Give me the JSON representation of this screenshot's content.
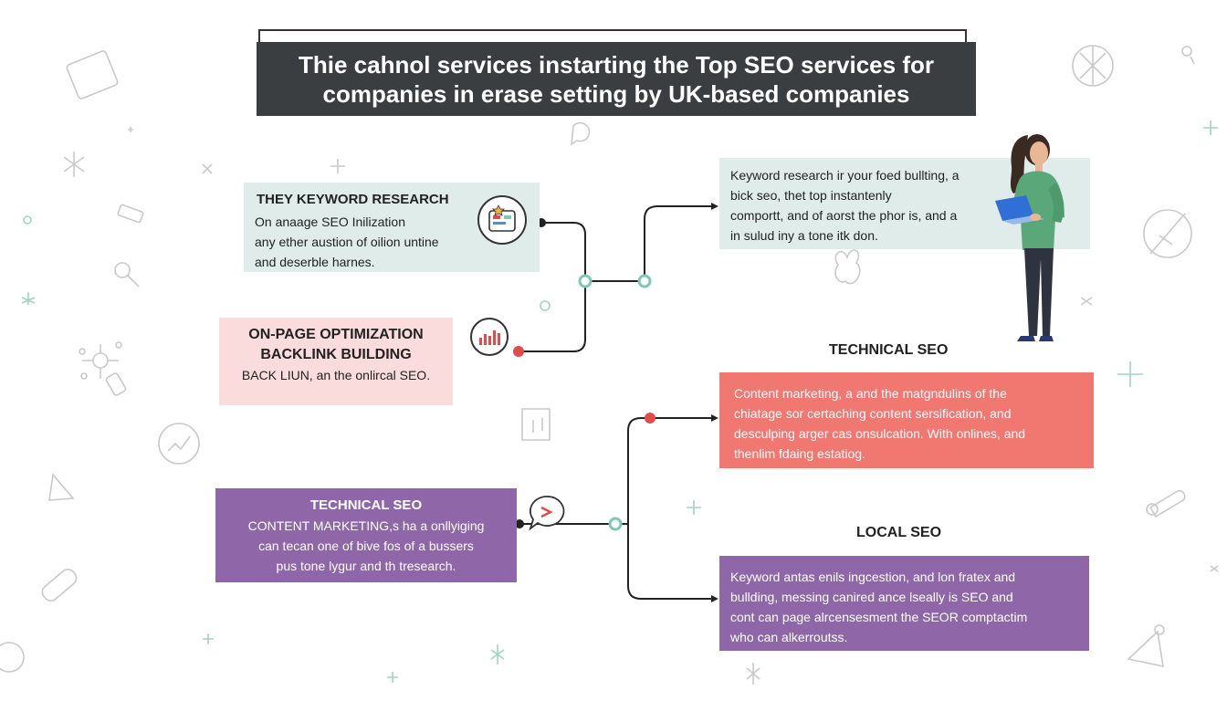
{
  "title": {
    "line1": "Thie cahnol services instarting the Top SEO services for",
    "line2": "companies in erase setting by UK-based companies"
  },
  "keyword_box": {
    "heading": "THEY KEYWORD RESEARCH",
    "lines": [
      "On anaage SEO Inilization",
      "any ether austion of oilion untine",
      "and deserble harnes."
    ]
  },
  "onpage_box": {
    "heading": "ON-PAGE OPTIMIZATION",
    "subheading": "BACKLINK BUILDING",
    "line": "BACK LIUN, an the onlircal SEO."
  },
  "technical_box": {
    "heading": "TECHNICAL SEO",
    "lines": [
      "CONTENT MARKETING,s ha a onllyiging",
      "can tecan one of bive fos of a bussers",
      "pus tone lygur and th tresearch."
    ]
  },
  "keyword_right_box": {
    "lines": [
      "Keyword research ir your foed bullting, a",
      "bick seo, thet top instantenly",
      "comportt, and of aorst the phor is, and a",
      "in sulud iny a tone itk don."
    ]
  },
  "technical_label": "TECHNICAL SEO",
  "content_box": {
    "lines": [
      "Content marketing, a and the matgndulins of the",
      "chiatage sor certaching content sersification, and",
      "desculping arger cas onsulcation. With onlines, and",
      "thenlim fdaing estatiog."
    ]
  },
  "local_label": "LOCAL SEO",
  "local_box": {
    "lines": [
      "Keyword antas enils ingcestion, and lon fratex and",
      "bullding, messing canired ance lseally is SEO and",
      "cont can page alrcensesment the SEOR comptactim",
      "who can alkerroutss."
    ]
  },
  "icons": {
    "keyword": "keyword-research-icon",
    "chart": "bar-chart-icon",
    "chat": "chat-bubble-icon",
    "person": "person-with-laptop-illustration"
  },
  "colors": {
    "title_bg": "#3b3e40",
    "mint": "#dfecea",
    "pink": "#fadcdc",
    "purple": "#8f67a9",
    "coral": "#f17771",
    "node_mint": "#7fc7b5",
    "node_red": "#e04b4b"
  }
}
